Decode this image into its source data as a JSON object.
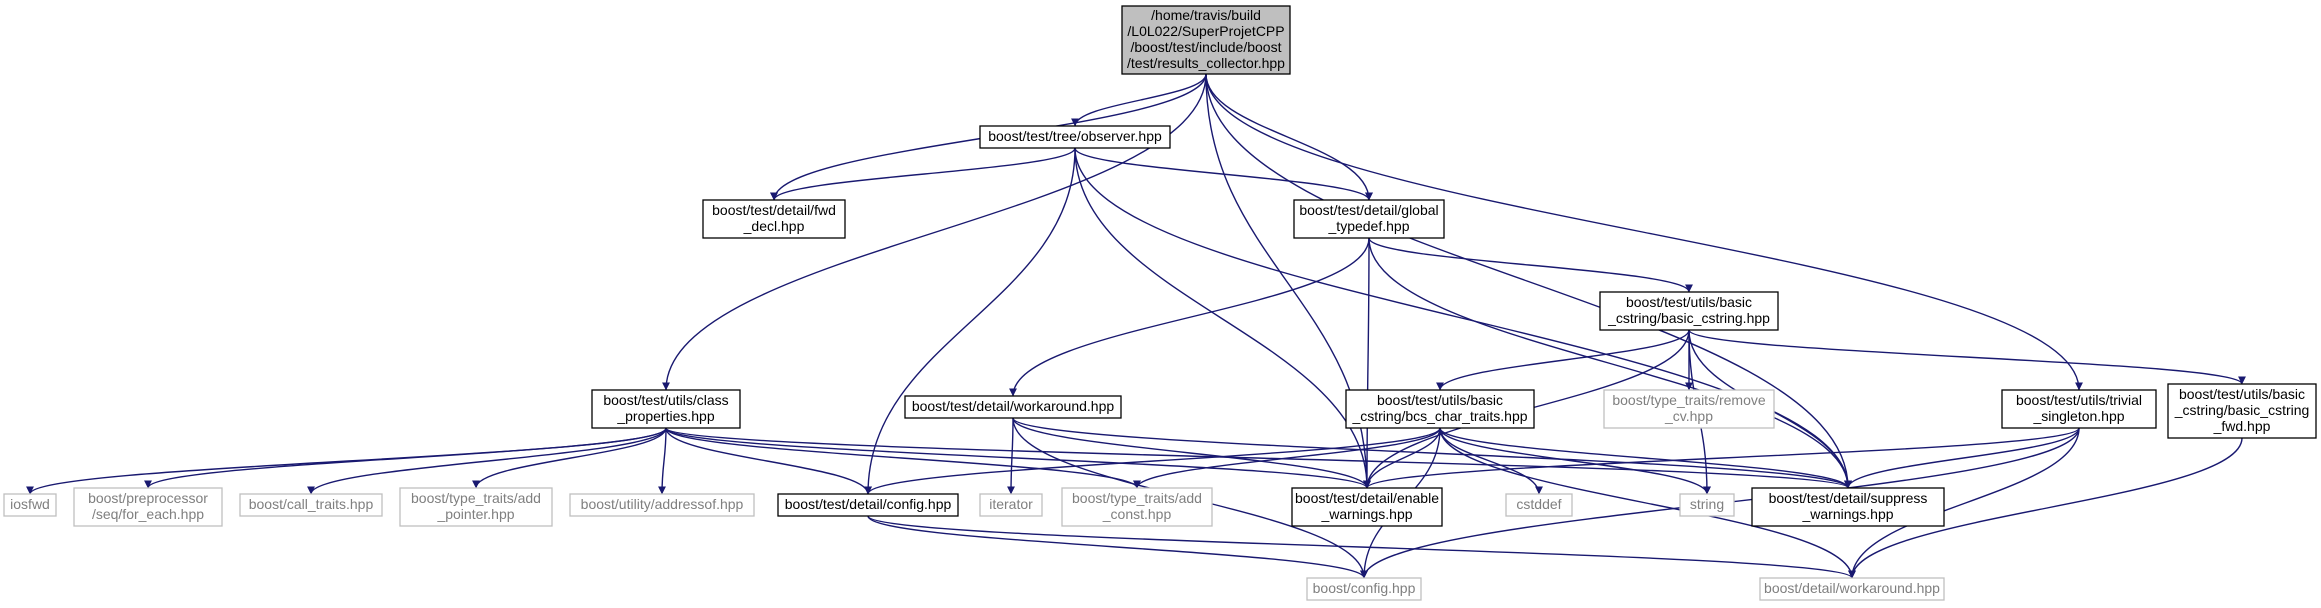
{
  "colors": {
    "edge": "#191970",
    "root_fill": "#bfbfbf",
    "box_border": "#000000",
    "external_border": "#bfbfbf",
    "external_text": "#7f7f7f"
  },
  "nodes": {
    "root": {
      "lines": [
        "/home/travis/build",
        "/L0L022/SuperProjetCPP",
        "/boost/test/include/boost",
        "/test/results_collector.hpp"
      ],
      "kind": "root"
    },
    "observer": {
      "lines": [
        "boost/test/tree/observer.hpp"
      ],
      "kind": "solid"
    },
    "fwd_decl": {
      "lines": [
        "boost/test/detail/fwd",
        "_decl.hpp"
      ],
      "kind": "solid"
    },
    "global_typedef": {
      "lines": [
        "boost/test/detail/global",
        "_typedef.hpp"
      ],
      "kind": "solid"
    },
    "basic_cstring": {
      "lines": [
        "boost/test/utils/basic",
        "_cstring/basic_cstring.hpp"
      ],
      "kind": "solid"
    },
    "class_properties": {
      "lines": [
        "boost/test/utils/class",
        "_properties.hpp"
      ],
      "kind": "solid"
    },
    "workaround_test": {
      "lines": [
        "boost/test/detail/workaround.hpp"
      ],
      "kind": "solid"
    },
    "bcs_char_traits": {
      "lines": [
        "boost/test/utils/basic",
        "_cstring/bcs_char_traits.hpp"
      ],
      "kind": "solid"
    },
    "remove_cv": {
      "lines": [
        "boost/type_traits/remove",
        "_cv.hpp"
      ],
      "kind": "faded"
    },
    "trivial_singleton": {
      "lines": [
        "boost/test/utils/trivial",
        "_singleton.hpp"
      ],
      "kind": "solid"
    },
    "basic_cstring_fwd": {
      "lines": [
        "boost/test/utils/basic",
        "_cstring/basic_cstring",
        "_fwd.hpp"
      ],
      "kind": "solid"
    },
    "iosfwd": {
      "lines": [
        "iosfwd"
      ],
      "kind": "faded"
    },
    "for_each": {
      "lines": [
        "boost/preprocessor",
        "/seq/for_each.hpp"
      ],
      "kind": "faded"
    },
    "call_traits": {
      "lines": [
        "boost/call_traits.hpp"
      ],
      "kind": "faded"
    },
    "add_pointer": {
      "lines": [
        "boost/type_traits/add",
        "_pointer.hpp"
      ],
      "kind": "faded"
    },
    "addressof": {
      "lines": [
        "boost/utility/addressof.hpp"
      ],
      "kind": "faded"
    },
    "config_test": {
      "lines": [
        "boost/test/detail/config.hpp"
      ],
      "kind": "solid"
    },
    "iterator": {
      "lines": [
        "iterator"
      ],
      "kind": "faded"
    },
    "add_const": {
      "lines": [
        "boost/type_traits/add",
        "_const.hpp"
      ],
      "kind": "faded"
    },
    "enable_warnings": {
      "lines": [
        "boost/test/detail/enable",
        "_warnings.hpp"
      ],
      "kind": "solid"
    },
    "cstddef": {
      "lines": [
        "cstddef"
      ],
      "kind": "faded"
    },
    "string": {
      "lines": [
        "string"
      ],
      "kind": "faded"
    },
    "suppress_warnings": {
      "lines": [
        "boost/test/detail/suppress",
        "_warnings.hpp"
      ],
      "kind": "solid"
    },
    "boost_config": {
      "lines": [
        "boost/config.hpp"
      ],
      "kind": "faded"
    },
    "detail_workaround": {
      "lines": [
        "boost/detail/workaround.hpp"
      ],
      "kind": "faded"
    }
  },
  "edges": [
    [
      "root",
      "observer"
    ],
    [
      "root",
      "fwd_decl"
    ],
    [
      "root",
      "global_typedef"
    ],
    [
      "root",
      "class_properties"
    ],
    [
      "root",
      "enable_warnings"
    ],
    [
      "root",
      "suppress_warnings"
    ],
    [
      "root",
      "trivial_singleton"
    ],
    [
      "observer",
      "fwd_decl"
    ],
    [
      "observer",
      "global_typedef"
    ],
    [
      "observer",
      "config_test"
    ],
    [
      "observer",
      "enable_warnings"
    ],
    [
      "observer",
      "suppress_warnings"
    ],
    [
      "global_typedef",
      "basic_cstring"
    ],
    [
      "global_typedef",
      "workaround_test"
    ],
    [
      "global_typedef",
      "enable_warnings"
    ],
    [
      "global_typedef",
      "suppress_warnings"
    ],
    [
      "basic_cstring",
      "bcs_char_traits"
    ],
    [
      "basic_cstring",
      "remove_cv"
    ],
    [
      "basic_cstring",
      "basic_cstring_fwd"
    ],
    [
      "basic_cstring",
      "string"
    ],
    [
      "basic_cstring",
      "enable_warnings"
    ],
    [
      "basic_cstring",
      "suppress_warnings"
    ],
    [
      "class_properties",
      "iosfwd"
    ],
    [
      "class_properties",
      "for_each"
    ],
    [
      "class_properties",
      "call_traits"
    ],
    [
      "class_properties",
      "add_pointer"
    ],
    [
      "class_properties",
      "addressof"
    ],
    [
      "class_properties",
      "config_test"
    ],
    [
      "class_properties",
      "add_const"
    ],
    [
      "class_properties",
      "enable_warnings"
    ],
    [
      "class_properties",
      "suppress_warnings"
    ],
    [
      "workaround_test",
      "iterator"
    ],
    [
      "workaround_test",
      "boost_config"
    ],
    [
      "workaround_test",
      "enable_warnings"
    ],
    [
      "workaround_test",
      "suppress_warnings"
    ],
    [
      "bcs_char_traits",
      "config_test"
    ],
    [
      "bcs_char_traits",
      "add_const"
    ],
    [
      "bcs_char_traits",
      "enable_warnings"
    ],
    [
      "bcs_char_traits",
      "cstddef"
    ],
    [
      "bcs_char_traits",
      "string"
    ],
    [
      "bcs_char_traits",
      "boost_config"
    ],
    [
      "bcs_char_traits",
      "detail_workaround"
    ],
    [
      "bcs_char_traits",
      "suppress_warnings"
    ],
    [
      "trivial_singleton",
      "enable_warnings"
    ],
    [
      "trivial_singleton",
      "suppress_warnings"
    ],
    [
      "trivial_singleton",
      "boost_config"
    ],
    [
      "trivial_singleton",
      "detail_workaround"
    ],
    [
      "basic_cstring_fwd",
      "detail_workaround"
    ],
    [
      "config_test",
      "boost_config"
    ],
    [
      "config_test",
      "detail_workaround"
    ]
  ]
}
